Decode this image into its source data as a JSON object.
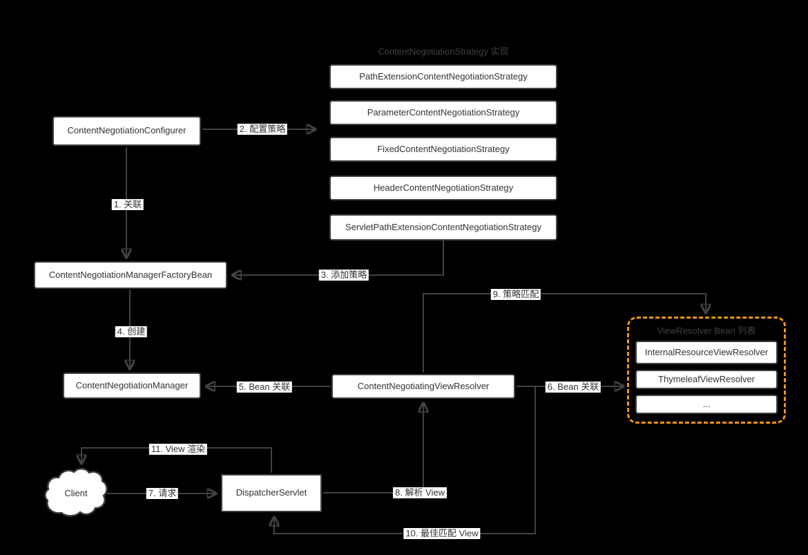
{
  "colors": {
    "background": "#000000",
    "box_fill": "#ffffff",
    "box_border": "#424242",
    "box_text": "#333333",
    "line": "#424242",
    "group_title_text": "#404040",
    "resolver_panel_border": "#F59116"
  },
  "strategy_panel": {
    "title": "ContentNegotiationStrategy 实现",
    "items": [
      "PathExtensionContentNegotiationStrategy",
      "ParameterContentNegotiationStrategy",
      "FixedContentNegotiationStrategy",
      "HeaderContentNegotiationStrategy",
      "ServletPathExtensionContentNegotiationStrategy"
    ]
  },
  "resolver_panel": {
    "title": "ViewResolver Bean 列表",
    "items": [
      "InternalResourceViewResolver",
      "ThymeleafViewResolver",
      "..."
    ]
  },
  "nodes": {
    "configurer": "ContentNegotiationConfigurer",
    "factory_bean": "ContentNegotiationManagerFactoryBean",
    "manager": "ContentNegotiationManager",
    "view_resolver": "ContentNegotiatingViewResolver",
    "dispatcher": "DispatcherServlet",
    "client": "Client"
  },
  "edges": {
    "e1": "1. 关联",
    "e2": "2. 配置策略",
    "e3": "3. 添加策略",
    "e4": "4. 创建",
    "e5": "5. Bean 关联",
    "e6": "6. Bean 关联",
    "e7": "7. 请求",
    "e8": "8. 解析 View",
    "e9": "9. 策略匹配",
    "e10": "10. 最佳匹配 View",
    "e11": "11. View 渲染"
  }
}
